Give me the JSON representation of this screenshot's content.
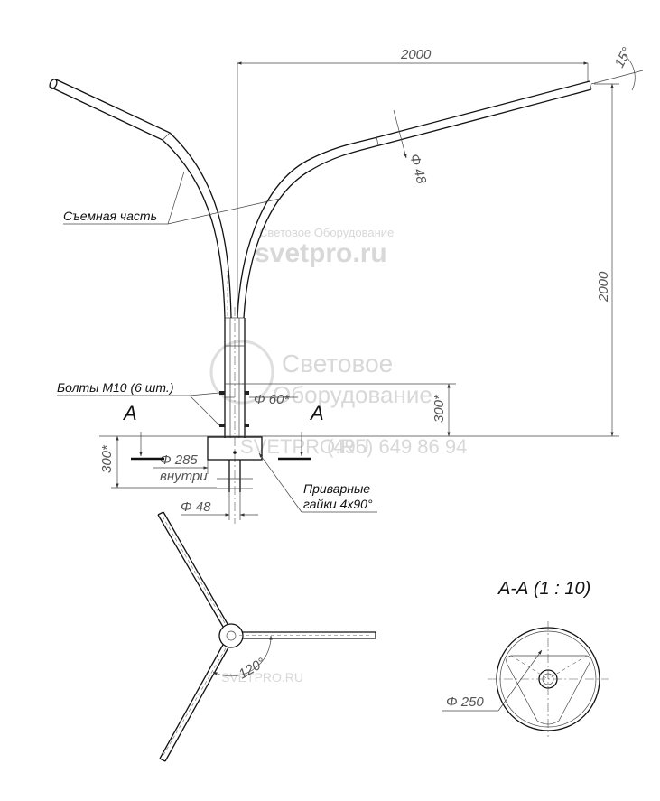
{
  "title": "",
  "watermark": {
    "caption_small": "Световое Оборудование",
    "site": "svetpro.ru",
    "brand_line1": "Световое",
    "brand_line2": "Оборудование",
    "site_mid": "SVETPRO.RU",
    "phone": "(495) 649 86 94"
  },
  "dimensions": {
    "reach": "2000",
    "height": "2000",
    "tilt": "15°",
    "arm_diameter": "Φ 48",
    "column_diameter": "Φ 60*",
    "joint_height": "300*",
    "flange_height": "300*",
    "flange_diameter": "Φ 285",
    "flange_inside": "внутри",
    "spigot_diameter": "Φ 48",
    "rib_angle": "120°",
    "section_diameter": "Φ 250"
  },
  "labels": {
    "removable_part": "Съемная часть",
    "bolts": "Болты М10 (6 шт.)",
    "welded_nuts_line1": "Приварные",
    "welded_nuts_line2": "гайки 4х90°",
    "cut_letter_left": "A",
    "cut_letter_right": "A",
    "section_title": "А-А (1 : 10)"
  }
}
